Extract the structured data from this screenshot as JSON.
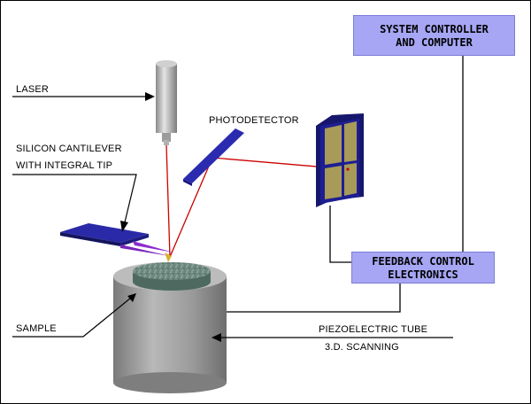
{
  "labels": {
    "laser": "LASER",
    "photodetector": "PHOTODETECTOR",
    "cantilever_line1": "SILICON CANTILEVER",
    "cantilever_line2": "WITH INTEGRAL TIP",
    "sample": "SAMPLE",
    "piezo_line1": "PIEZOELECTRIC TUBE",
    "piezo_line2": "3.D. SCANNING"
  },
  "boxes": {
    "controller_line1": "SYSTEM CONTROLLER",
    "controller_line2": "AND COMPUTER",
    "feedback_line1": "FEEDBACK CONTROL",
    "feedback_line2": "ELECTRONICS"
  },
  "colors": {
    "box_fill": "#a6a6f4",
    "beam": "#cc0000",
    "cantilever": "#1c1c8c",
    "photodetector_panel": "#a89a58",
    "cylinder": "#9a9a9a",
    "sample_surface": "#6e8a7e"
  }
}
